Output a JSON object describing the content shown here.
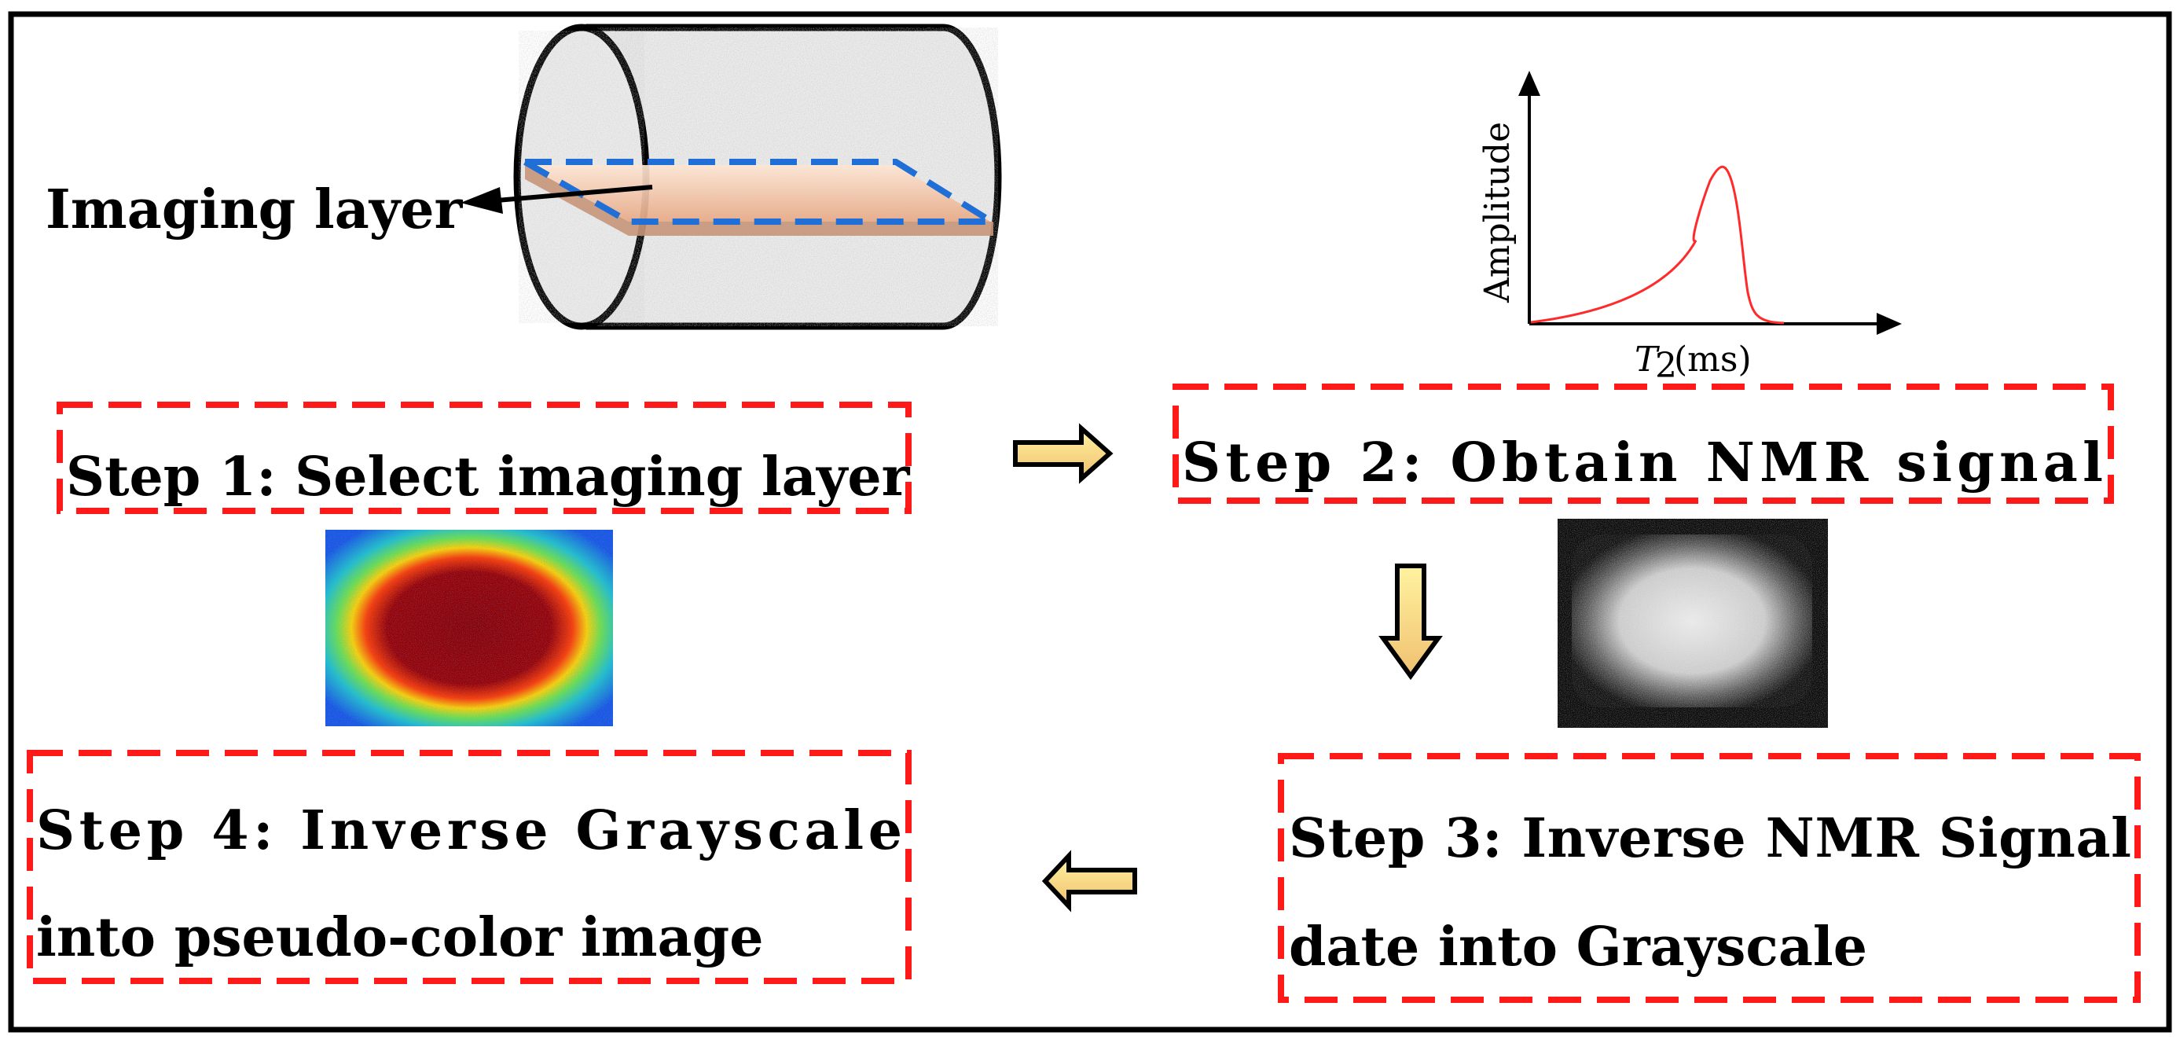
{
  "imaging_label": "Imaging layer",
  "chart": {
    "ylabel": "Amplitude",
    "xlabel_symbol": "T",
    "xlabel_subscript": "2",
    "xlabel_unit": "(ms)"
  },
  "steps": {
    "step1": "Step 1: Select imaging layer",
    "step2": "Step 2: Obtain NMR signal",
    "step3_line1": "Step 3: Inverse NMR Signal",
    "step3_line2": "date into Grayscale",
    "step4_line1": "Step 4: Inverse Grayscale",
    "step4_line2": "into pseudo-color image"
  },
  "colors": {
    "dash_box": "#ff1a1a",
    "slice_outline": "#1f6fd6",
    "slice_fill": "#f3c9a8",
    "curve": "#ff2a2a",
    "arrow_fill": "#f7e27a"
  }
}
